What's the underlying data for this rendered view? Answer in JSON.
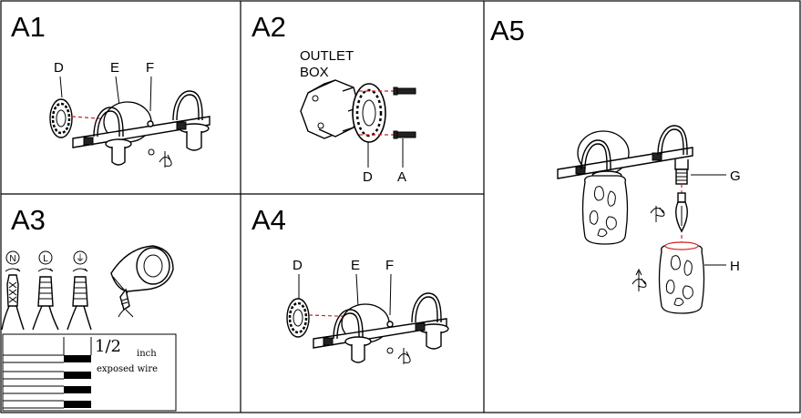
{
  "panels": {
    "a1": {
      "title": "A1",
      "labels": {
        "d": "D",
        "e": "E",
        "f": "F"
      }
    },
    "a2": {
      "title": "A2",
      "outlet_line1": "OUTLET",
      "outlet_line2": "BOX",
      "labels": {
        "d": "D",
        "a": "A"
      }
    },
    "a3": {
      "title": "A3",
      "wire_symbols": [
        "N",
        "L",
        "⏚"
      ],
      "measure": "1/2",
      "unit": "inch",
      "caption": "exposed wire"
    },
    "a4": {
      "title": "A4",
      "labels": {
        "d": "D",
        "e": "E",
        "f": "F"
      }
    },
    "a5": {
      "title": "A5",
      "labels": {
        "g": "G",
        "h": "H"
      }
    }
  }
}
